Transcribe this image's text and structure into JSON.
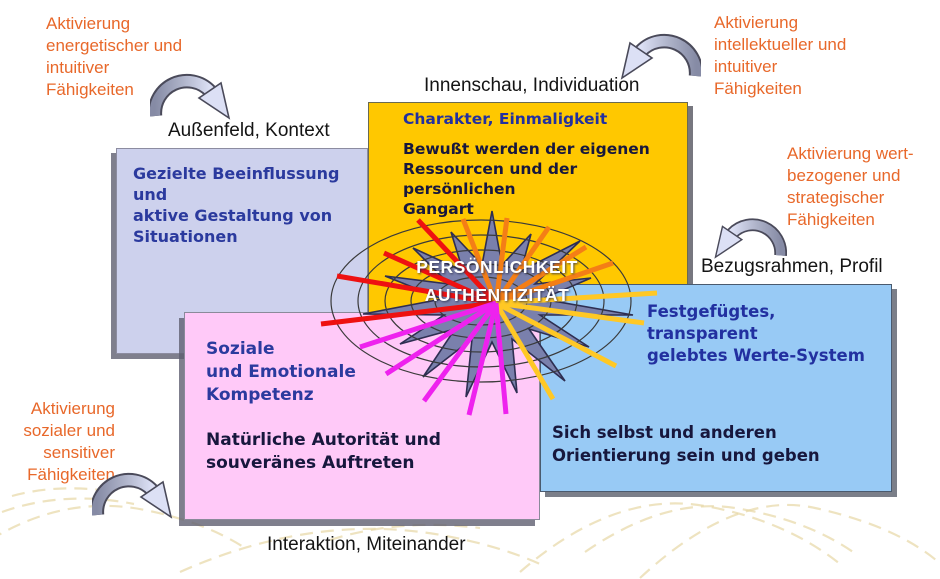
{
  "colors": {
    "box_lavender": "#CDD1ED",
    "box_yellow": "#FFC800",
    "box_pink": "#FFC9F8",
    "box_blue": "#98CAF5",
    "heading_blue": "#2230A0",
    "text_navy": "#2B3A9E",
    "text_dark": "#17173D",
    "label_black": "#141414",
    "activation_orange": "#E8682A",
    "star_fill": "#7A80AC",
    "star_stroke": "#2E2E52",
    "ring": "#3A3A3A",
    "ray_red": "#EE1111",
    "ray_orange": "#F47E16",
    "ray_yellow": "#FFC825",
    "ray_magenta": "#EE22EE",
    "center_text": "#FFFFFF",
    "wave": "#E7D7A5",
    "arrow_dark": "#868BA5",
    "arrow_light": "#DCE0F5",
    "arrow_outline": "#4A4A5A"
  },
  "center": {
    "line1": "PERSÖNLICHKEIT",
    "line2": "AUTHENTIZITÄT"
  },
  "outer_labels": {
    "top_left": "Außenfeld, Kontext",
    "top": "Innenschau, Individuation",
    "right": "Bezugsrahmen, Profil",
    "bottom": "Interaktion, Miteinander"
  },
  "activations": {
    "top_left": "Aktivierung\nenergetischer und\nintuitiver\nFähigkeiten",
    "top_right": "Aktivierung\nintellektueller und\nintuitiver\nFähigkeiten",
    "right": "Aktivierung wert-\nbezogener und\nstrategischer\nFähigkeiten",
    "bottom_left": "Aktivierung\nsozialer und\nsensitiver\nFähigkeiten"
  },
  "boxes": {
    "context": {
      "text": "Gezielte Beeinflussung und\naktive Gestaltung von\nSituationen"
    },
    "character": {
      "heading": "Charakter, Einmaligkeit",
      "body": "Bewußt werden der eigenen\nRessourcen und der persönlichen\nGangart"
    },
    "values": {
      "heading": "Festgefügtes, transparent\ngelebtes Werte-System",
      "body": "Sich selbst und anderen\nOrientierung sein und geben"
    },
    "social": {
      "heading": "Soziale\nund Emotionale\nKompetenz",
      "body": "Natürliche Autorität und\nsouveränes Auftreten"
    }
  }
}
